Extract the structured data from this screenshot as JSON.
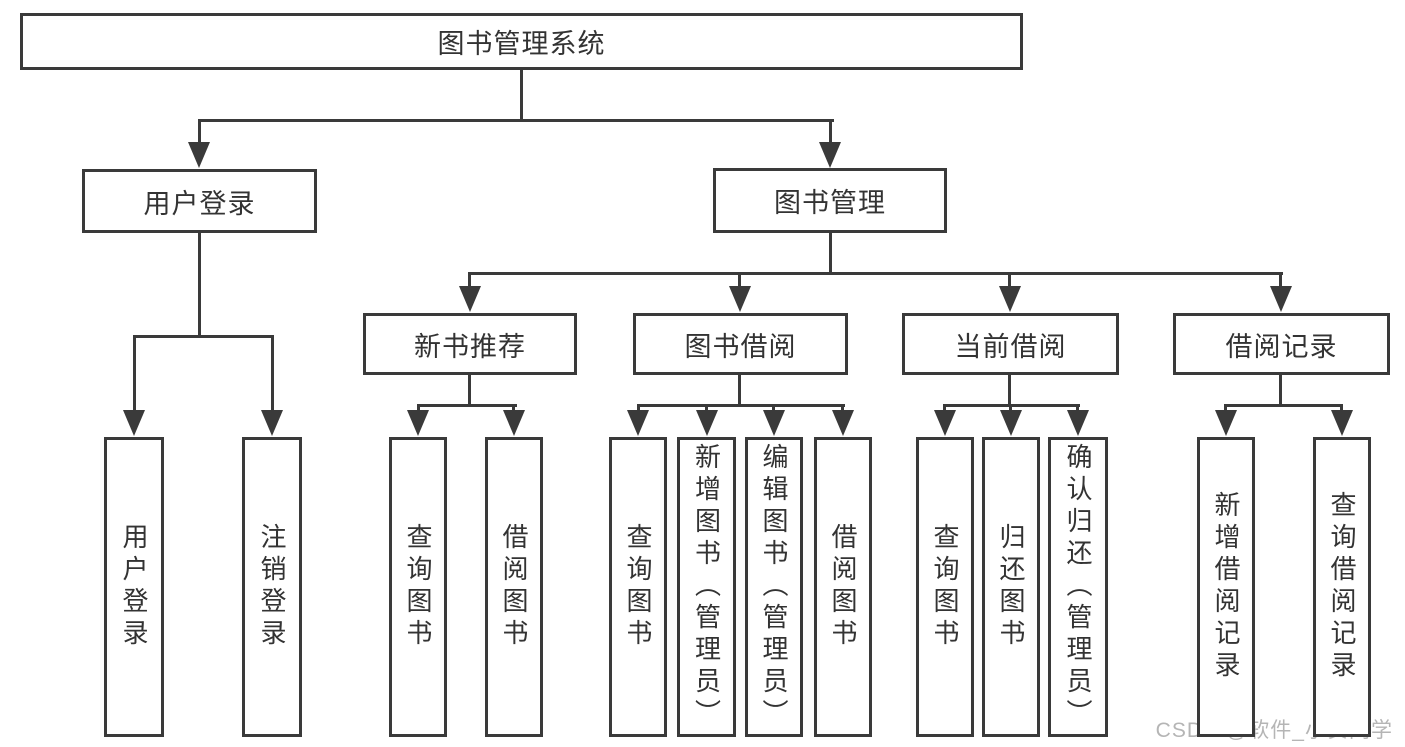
{
  "diagram_title": "图书管理系统",
  "nodes": [
    {
      "id": "root",
      "label": "图书管理系统",
      "parent": null
    },
    {
      "id": "login",
      "label": "用户登录",
      "parent": "root"
    },
    {
      "id": "mgmt",
      "label": "图书管理",
      "parent": "root"
    },
    {
      "id": "login-user",
      "label": "用户登录",
      "parent": "login"
    },
    {
      "id": "login-logout",
      "label": "注销登录",
      "parent": "login"
    },
    {
      "id": "rec",
      "label": "新书推荐",
      "parent": "mgmt"
    },
    {
      "id": "bor",
      "label": "图书借阅",
      "parent": "mgmt"
    },
    {
      "id": "cur",
      "label": "当前借阅",
      "parent": "mgmt"
    },
    {
      "id": "recd",
      "label": "借阅记录",
      "parent": "mgmt"
    },
    {
      "id": "rec-query",
      "label": "查询图书",
      "parent": "rec"
    },
    {
      "id": "rec-borrow",
      "label": "借阅图书",
      "parent": "rec"
    },
    {
      "id": "bor-query",
      "label": "查询图书",
      "parent": "bor"
    },
    {
      "id": "bor-add",
      "label": "新增图书（管理员）",
      "parent": "bor"
    },
    {
      "id": "bor-edit",
      "label": "编辑图书（管理员）",
      "parent": "bor"
    },
    {
      "id": "bor-borrow",
      "label": "借阅图书",
      "parent": "bor"
    },
    {
      "id": "cur-query",
      "label": "查询图书",
      "parent": "cur"
    },
    {
      "id": "cur-return",
      "label": "归还图书",
      "parent": "cur"
    },
    {
      "id": "cur-confirm",
      "label": "确认归还（管理员）",
      "parent": "cur"
    },
    {
      "id": "recd-add",
      "label": "新增借阅记录",
      "parent": "recd"
    },
    {
      "id": "recd-query",
      "label": "查询借阅记录",
      "parent": "recd"
    }
  ],
  "watermark": "CSDN @软件_小贺同学",
  "colors": {
    "line": "#3a3a3a",
    "box_border": "#3a3a3a",
    "text": "#333333",
    "watermark": "#b5b5b5",
    "background": "#ffffff"
  }
}
